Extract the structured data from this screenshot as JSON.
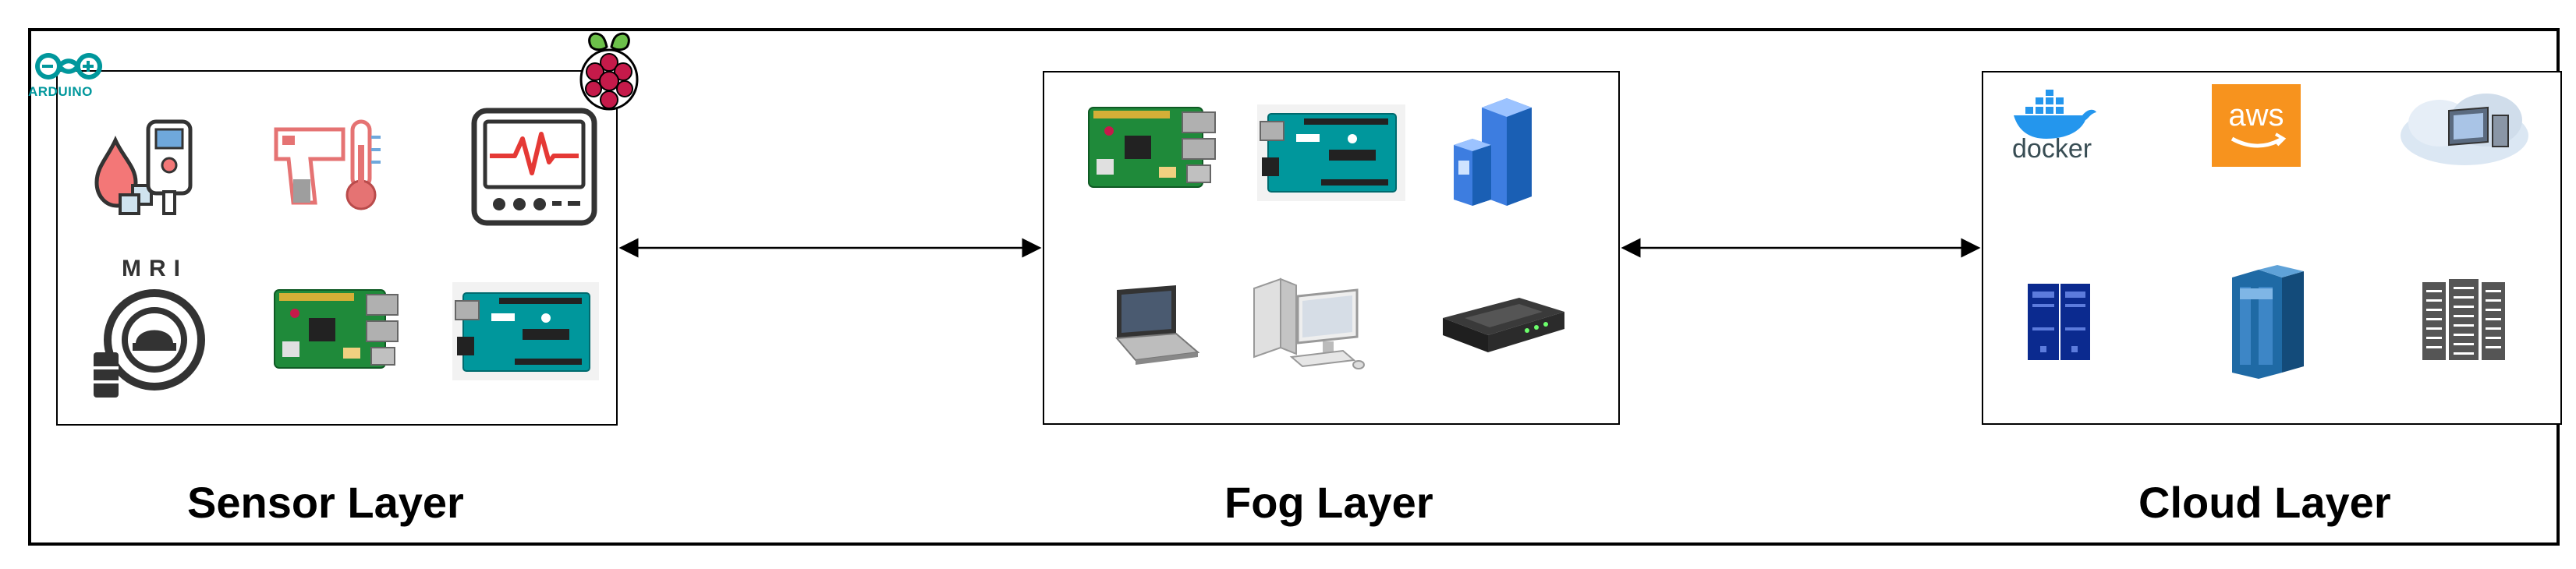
{
  "layers": {
    "sensor": {
      "label": "Sensor Layer"
    },
    "fog": {
      "label": "Fog Layer"
    },
    "cloud": {
      "label": "Cloud Layer"
    }
  },
  "logos": {
    "arduino": "ARDUINO",
    "mri": "MRI",
    "docker": "docker",
    "aws": "aws"
  },
  "colors": {
    "arduino_teal": "#00979c",
    "raspberry_red": "#c51a4a",
    "aws_orange": "#f7931e",
    "docker_blue": "#2496ed",
    "server_blue": "#1a5fb4",
    "rack_navy": "#0b2a8f",
    "board_green": "#1f8a3a"
  },
  "icons": {
    "sensor": [
      "arduino-logo-icon",
      "raspberry-pi-logo-icon",
      "glucose-meter-icon",
      "thermometer-gun-icon",
      "heart-monitor-icon",
      "mri-scanner-icon",
      "raspberry-pi-board-icon",
      "arduino-board-icon"
    ],
    "fog": [
      "raspberry-pi-board-icon",
      "arduino-board-icon",
      "blue-server-icon",
      "laptop-icon",
      "desktop-computer-icon",
      "router-icon"
    ],
    "cloud": [
      "docker-logo-icon",
      "aws-logo-icon",
      "cloud-computer-icon",
      "server-rack-icon",
      "datacenter-server-icon",
      "building-server-icon"
    ]
  }
}
